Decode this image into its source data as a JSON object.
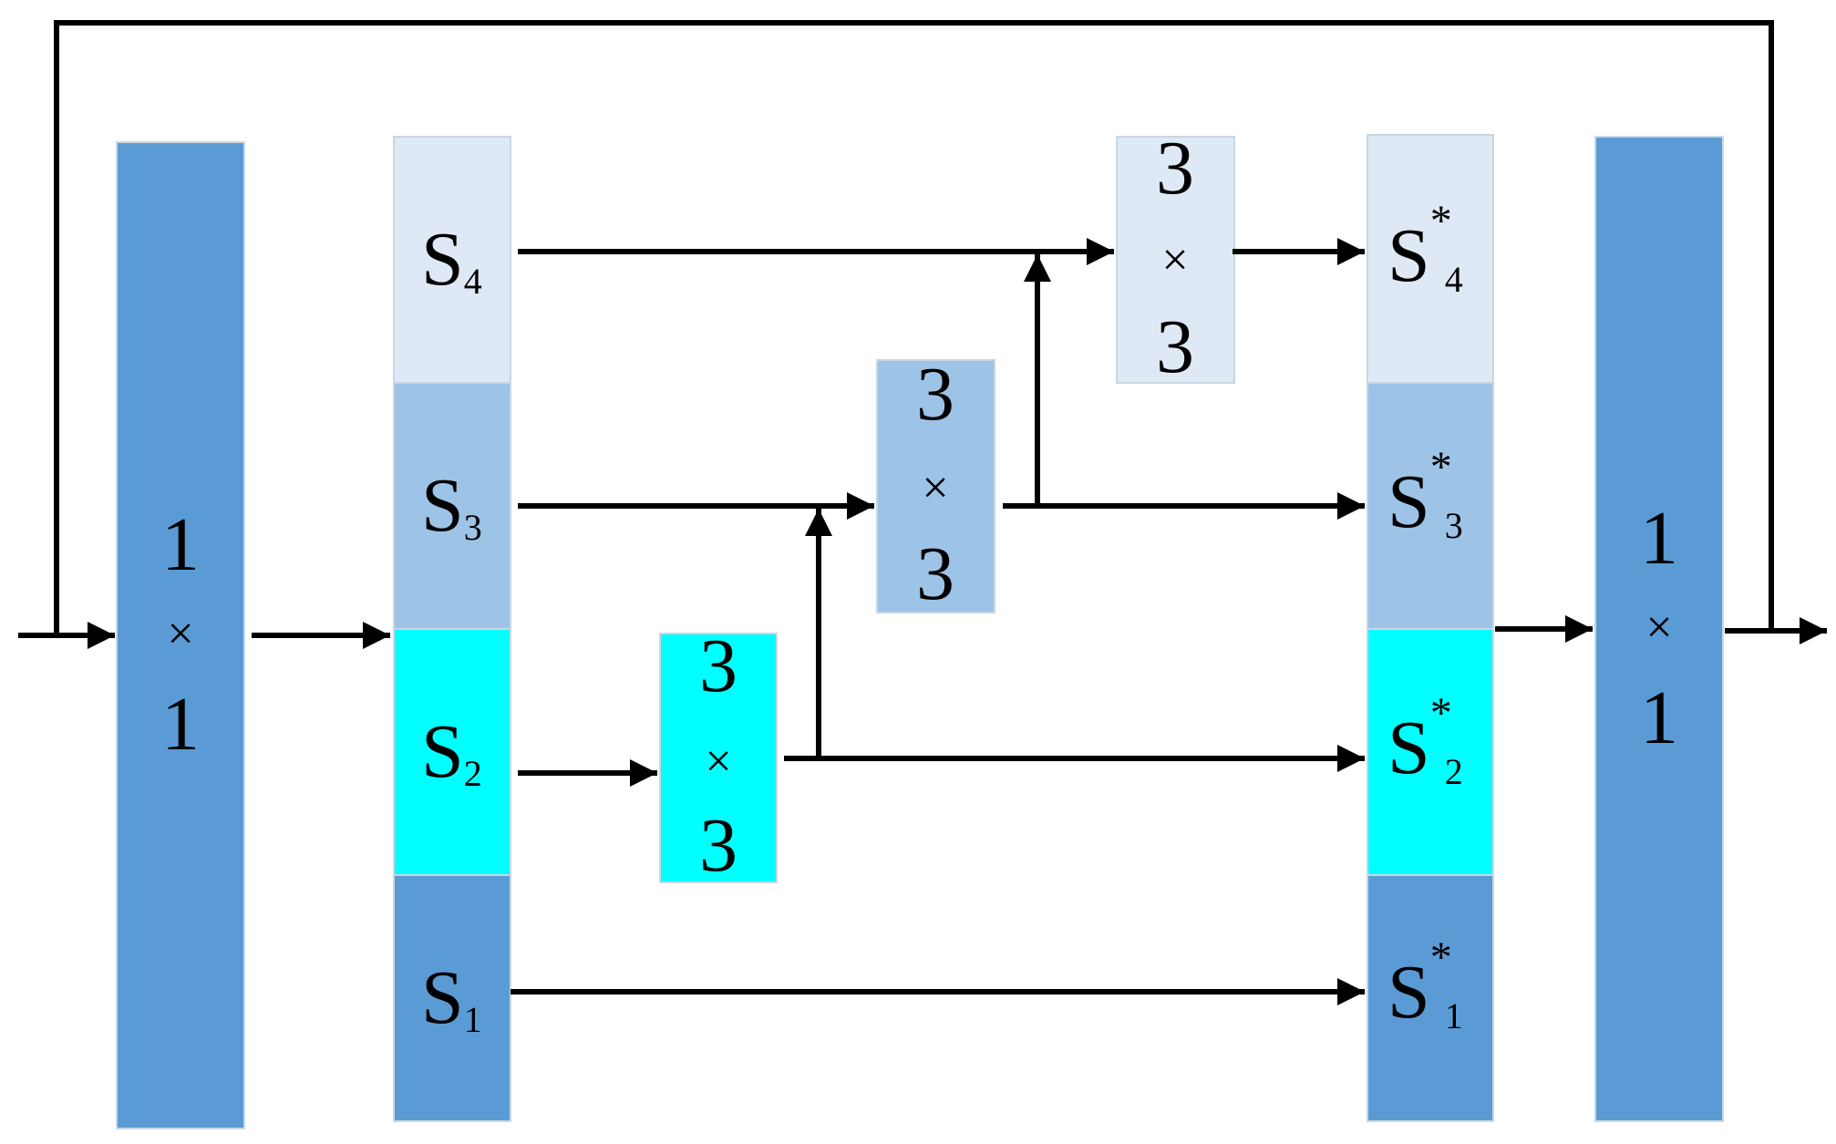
{
  "colors": {
    "conv1x1": "#5b9bd5",
    "s1": "#5b9bd5",
    "s2": "#00ffff",
    "s3": "#9dc3e6",
    "s4": "#dee9f5",
    "line": "#000000"
  },
  "conv_in": {
    "rows": [
      "1",
      "×",
      "1"
    ]
  },
  "conv_out": {
    "rows": [
      "1",
      "×",
      "1"
    ]
  },
  "conv3x3_a": {
    "rows": [
      "3",
      "×",
      "3"
    ]
  },
  "conv3x3_b": {
    "rows": [
      "3",
      "×",
      "3"
    ]
  },
  "conv3x3_c": {
    "rows": [
      "3",
      "×",
      "3"
    ]
  },
  "split": [
    {
      "base": "S",
      "sub": "4"
    },
    {
      "base": "S",
      "sub": "3"
    },
    {
      "base": "S",
      "sub": "2"
    },
    {
      "base": "S",
      "sub": "1"
    }
  ],
  "merge": [
    {
      "base": "S",
      "sup": "*",
      "sub": "4"
    },
    {
      "base": "S",
      "sup": "*",
      "sub": "3"
    },
    {
      "base": "S",
      "sup": "*",
      "sub": "2"
    },
    {
      "base": "S",
      "sup": "*",
      "sub": "1"
    }
  ]
}
